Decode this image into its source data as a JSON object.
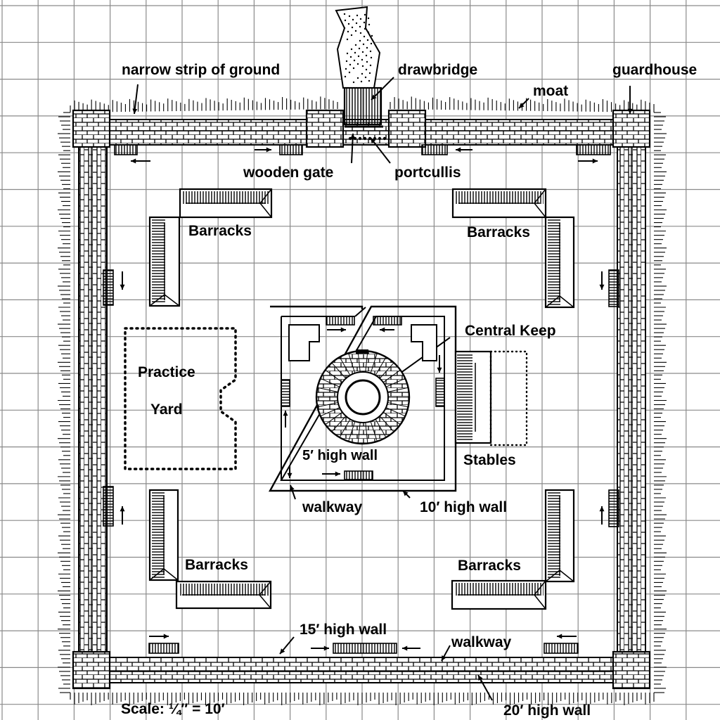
{
  "map": {
    "labels": {
      "narrow_strip": "narrow strip of ground",
      "drawbridge": "drawbridge",
      "guardhouse": "guardhouse",
      "moat": "moat",
      "wooden_gate": "wooden gate",
      "portcullis": "portcullis",
      "barracks_nw": "Barracks",
      "barracks_ne": "Barracks",
      "barracks_sw": "Barracks",
      "barracks_se": "Barracks",
      "central_keep": "Central Keep",
      "practice": "Practice",
      "yard": "Yard",
      "five_ft_wall": "5′ high wall",
      "stables": "Stables",
      "walkway_inner": "walkway",
      "ten_ft_wall": "10′ high wall",
      "fifteen_ft_wall": "15′ high wall",
      "walkway_outer": "walkway",
      "twenty_ft_wall": "20′ high wall",
      "scale": "Scale: ¼″ = 10′"
    },
    "colors": {
      "ink": "#000000",
      "grid": "#8a8a8a",
      "stone": "#ffffff",
      "paper": "#ffffff"
    }
  }
}
